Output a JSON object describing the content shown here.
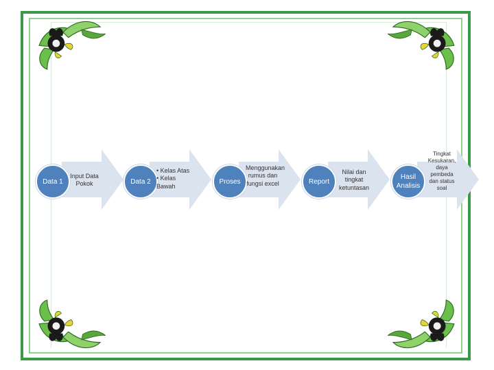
{
  "diagram": {
    "steps": [
      {
        "label": "Data 1",
        "text": "Input Data Pokok",
        "bullets": []
      },
      {
        "label": "Data 2",
        "text": "",
        "bullets": [
          "Kelas Atas",
          "Kelas Bawah"
        ]
      },
      {
        "label": "Proses",
        "text": "Menggunakan rumus dan fungsi excel",
        "bullets": []
      },
      {
        "label": "Report",
        "text": "Nilai dan tingkat ketuntasan",
        "bullets": []
      },
      {
        "label": "Hasil Analisis",
        "text": "Tingkat Kesukaran, daya pembeda dan status soal",
        "bullets": []
      }
    ]
  },
  "colors": {
    "circle": "#4f81bd",
    "arrow": "#dbe3ef",
    "frame": "#3a9a48"
  },
  "ornament_icon": "floral-corner-icon"
}
